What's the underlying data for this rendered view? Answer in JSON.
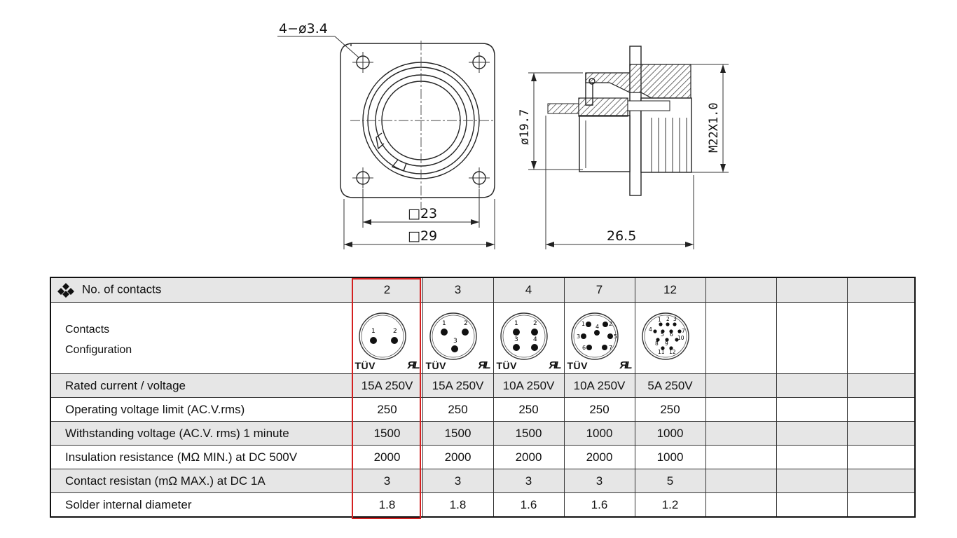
{
  "drawing": {
    "holes_label": "4−ø3.4",
    "square_inner_label": "□23",
    "square_outer_label": "□29",
    "diameter_label": "ø19.7",
    "thread_label": "M22X1.0",
    "length_label": "26.5"
  },
  "table": {
    "header_label": "No. of contacts",
    "contact_counts": [
      "2",
      "3",
      "4",
      "7",
      "12",
      "",
      "",
      ""
    ],
    "config_label_line1": "Contacts",
    "config_label_line2": "Configuration",
    "cert_tuv": "TÜV",
    "cert_ul": "ЯL",
    "pin_labels": {
      "c2": [
        "1",
        "2"
      ],
      "c3": [
        "1",
        "2",
        "3"
      ],
      "c4": [
        "1",
        "2",
        "3",
        "4"
      ],
      "c7": [
        "1",
        "2",
        "3",
        "4",
        "5",
        "6",
        "7"
      ],
      "c12": [
        "1",
        "2",
        "3",
        "4",
        "5",
        "6",
        "7",
        "8",
        "9",
        "10",
        "11",
        "12"
      ]
    },
    "rows": [
      {
        "label": "Rated current / voltage",
        "values": [
          "15A 250V",
          "15A 250V",
          "10A 250V",
          "10A 250V",
          "5A 250V",
          "",
          "",
          ""
        ]
      },
      {
        "label": "Operating voltage limit (AC.V.rms)",
        "values": [
          "250",
          "250",
          "250",
          "250",
          "250",
          "",
          "",
          ""
        ]
      },
      {
        "label": "Withstanding voltage (AC.V. rms) 1 minute",
        "values": [
          "1500",
          "1500",
          "1500",
          "1000",
          "1000",
          "",
          "",
          ""
        ]
      },
      {
        "label": "Insulation resistance (MΩ MIN.) at DC 500V",
        "values": [
          "2000",
          "2000",
          "2000",
          "2000",
          "1000",
          "",
          "",
          ""
        ]
      },
      {
        "label": "Contact resistan (mΩ MAX.) at DC 1A",
        "values": [
          "3",
          "3",
          "3",
          "3",
          "5",
          "",
          "",
          ""
        ]
      },
      {
        "label": "Solder internal diameter",
        "values": [
          "1.8",
          "1.8",
          "1.6",
          "1.6",
          "1.2",
          "",
          "",
          ""
        ]
      }
    ]
  },
  "colors": {
    "highlight": "#d42020",
    "row_grey": "#e6e6e6"
  }
}
